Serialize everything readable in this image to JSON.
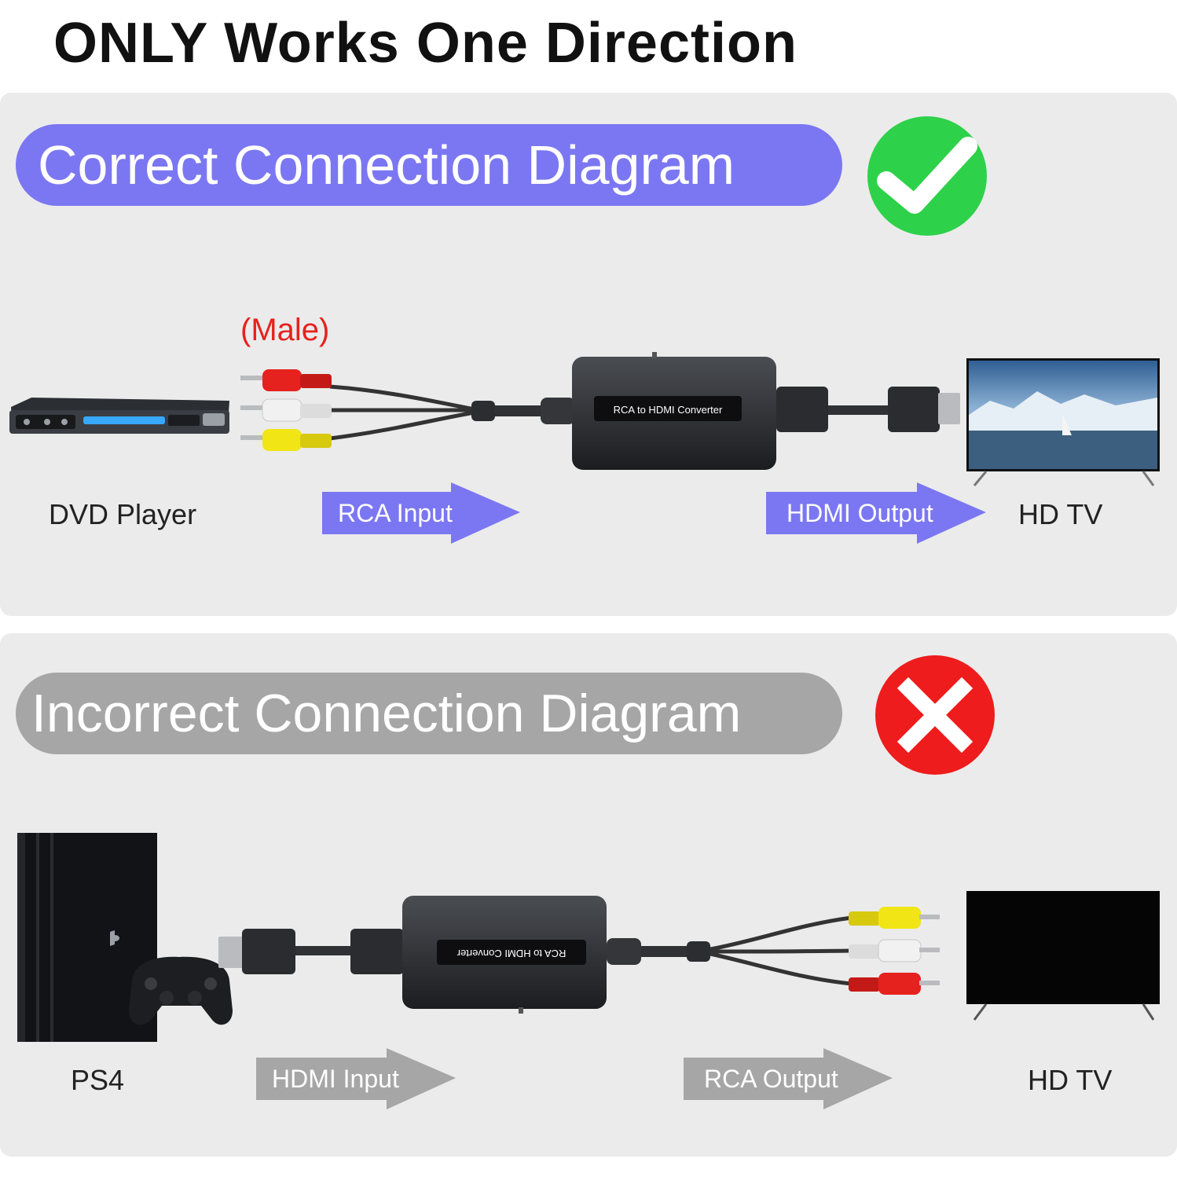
{
  "headline": "ONLY Works One Direction",
  "colors": {
    "accent_purple": "#7b77f2",
    "muted_gray": "#a6a6a6",
    "check_green": "#2ed14a",
    "cross_red": "#ee1c1c",
    "male_red": "#e5221e"
  },
  "correct": {
    "title": "Correct Connection Diagram",
    "status_icon": "check-icon",
    "male_label": "(Male)",
    "source_label": "DVD Player",
    "input_label": "RCA Input",
    "converter_label": "RCA to HDMI Converter",
    "output_label": "HDMI Output",
    "target_label": "HD TV"
  },
  "incorrect": {
    "title": "Incorrect Connection Diagram",
    "status_icon": "cross-icon",
    "source_label": "PS4",
    "input_label": "HDMI Input",
    "converter_label": "RCA to HDMI Converter",
    "output_label": "RCA Output",
    "target_label": "HD TV"
  }
}
